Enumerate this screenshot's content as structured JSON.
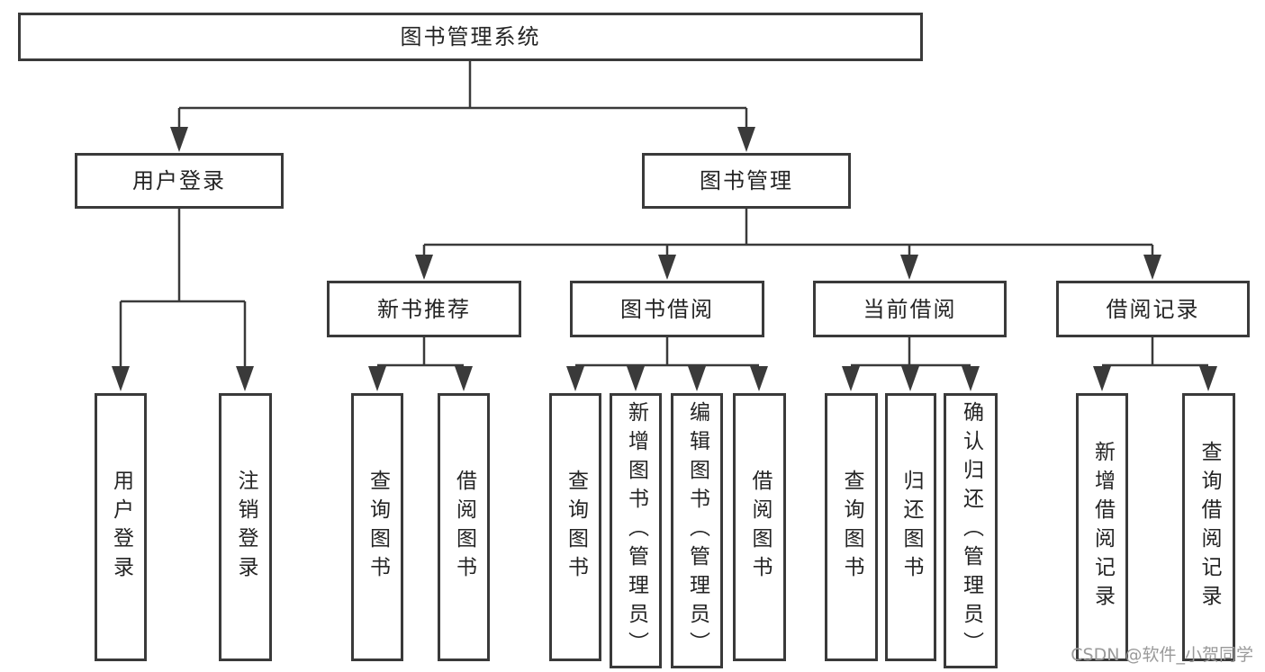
{
  "tree": {
    "label": "图书管理系统",
    "children": [
      {
        "label": "用户登录",
        "children": [
          {
            "label": "用户登录"
          },
          {
            "label": "注销登录"
          }
        ]
      },
      {
        "label": "图书管理",
        "children": [
          {
            "label": "新书推荐",
            "children": [
              {
                "label": "查询图书"
              },
              {
                "label": "借阅图书"
              }
            ]
          },
          {
            "label": "图书借阅",
            "children": [
              {
                "label": "查询图书"
              },
              {
                "label": "新增图书（管理员）"
              },
              {
                "label": "编辑图书（管理员）"
              },
              {
                "label": "借阅图书"
              }
            ]
          },
          {
            "label": "当前借阅",
            "children": [
              {
                "label": "查询图书"
              },
              {
                "label": "归还图书"
              },
              {
                "label": "确认归还（管理员）"
              }
            ]
          },
          {
            "label": "借阅记录",
            "children": [
              {
                "label": "新增借阅记录"
              },
              {
                "label": "查询借阅记录"
              }
            ]
          }
        ]
      }
    ]
  },
  "watermark": "CSDN @软件_小贺同学",
  "colors": {
    "line": "#3a3a3a",
    "text": "#242424",
    "watermark": "#9a9a9a"
  }
}
